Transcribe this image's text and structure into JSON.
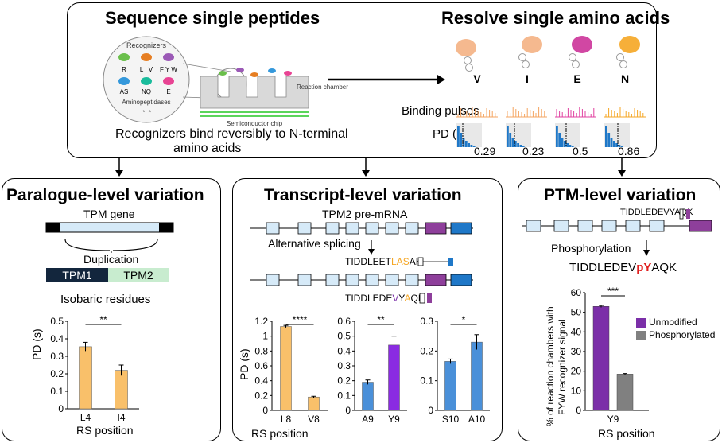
{
  "top": {
    "left_title": "Sequence single peptides",
    "right_title": "Resolve single amino acids",
    "inset": {
      "recognizers_label": "Recognizers",
      "recognizer_groups": [
        "R",
        "L I V",
        "F Y W",
        "AS",
        "NQ",
        "E"
      ],
      "aminopeptidases_label": "Aminopeptidases",
      "reaction_chamber_label": "Reaction chamber",
      "chip_label": "Semiconductor chip"
    },
    "caption_line1": "Recognizers bind reversibly to N-terminal",
    "caption_line2": "amino acids",
    "residues": [
      "V",
      "I",
      "E",
      "N"
    ],
    "residue_colors": [
      "#f4b183",
      "#f4b183",
      "#cc3399",
      "#f5a623"
    ],
    "binding_pulses_label": "Binding pulses",
    "pd_label": "PD (s)",
    "pd_values": [
      "0.29",
      "0.23",
      "0.5",
      "0.86"
    ]
  },
  "paralogue": {
    "title": "Paralogue-level variation",
    "gene_label": "TPM gene",
    "duplication_label": "Duplication",
    "tpm1": "TPM1",
    "tpm2": "TPM2",
    "isobaric_label": "Isobaric residues",
    "ylabel": "PD (s)",
    "xlabel": "RS position",
    "yticks": [
      "0.5",
      "0.4",
      "0.3",
      "0.2",
      "0.1",
      "0"
    ],
    "significance": "**"
  },
  "transcript": {
    "title": "Transcript-level variation",
    "premrna_label": "TPM2 pre-mRNA",
    "splicing_label": "Alternative splicing",
    "peptide1_prefix": "TIDDLEET",
    "peptide1_var": "LAS",
    "peptide1_suffix": "AK",
    "peptide2_prefix": "TIDDLEDE",
    "peptide2_var": "V",
    "peptide2_mid": "Y",
    "peptide2_var2": "A",
    "peptide2_suffix": "QK",
    "ylabel": "PD (s)",
    "xlabel": "RS position",
    "chart1_yticks": [
      "1.2",
      "1",
      "0.8",
      "0.6",
      "0.4",
      "0.2",
      "0"
    ],
    "chart2_yticks": [
      "0.6",
      "0.5",
      "0.4",
      "0.3",
      "0.2",
      "0.1",
      "0"
    ],
    "chart3_yticks": [
      "0.3",
      "0.2",
      "0.1",
      "0"
    ],
    "sig1": "****",
    "sig2": "**",
    "sig3": "*"
  },
  "ptm": {
    "title": "PTM-level variation",
    "peptide_label": "TIDDLEDEVYAQK",
    "phospho_label": "Phosphorylation",
    "pep_prefix": "TIDDLEDEV",
    "pep_p": "p",
    "pep_y": "Y",
    "pep_suffix": "AQK",
    "ylabel1": "% of reaction chambers with",
    "ylabel2": "FYW recognizer signal",
    "xlabel": "RS position",
    "yticks": [
      "60",
      "50",
      "40",
      "30",
      "20",
      "10",
      "0"
    ],
    "legend_unmod": "Unmodified",
    "legend_phos": "Phosphorylated",
    "significance": "***"
  },
  "chart_data": [
    {
      "type": "bar",
      "categories": [
        "L4",
        "I4"
      ],
      "values": [
        0.355,
        0.22
      ],
      "errors": [
        0.025,
        0.03
      ],
      "ylabel": "PD (s)",
      "xlabel": "RS position",
      "ylim": [
        0,
        0.5
      ],
      "colors": [
        "#f9c06a",
        "#f9c06a"
      ]
    },
    {
      "type": "bar",
      "categories": [
        "L8",
        "V8"
      ],
      "values": [
        1.13,
        0.18
      ],
      "errors": [
        0.015,
        0.01
      ],
      "ylabel": "PD (s)",
      "xlabel": "RS position",
      "ylim": [
        0,
        1.2
      ],
      "colors": [
        "#f9c06a",
        "#f9c06a"
      ]
    },
    {
      "type": "bar",
      "categories": [
        "A9",
        "Y9"
      ],
      "values": [
        0.19,
        0.44
      ],
      "errors": [
        0.015,
        0.06
      ],
      "ylim": [
        0,
        0.6
      ],
      "colors": [
        "#4a90d9",
        "#8a2be2"
      ]
    },
    {
      "type": "bar",
      "categories": [
        "S10",
        "A10"
      ],
      "values": [
        0.165,
        0.23
      ],
      "errors": [
        0.008,
        0.025
      ],
      "ylim": [
        0,
        0.3
      ],
      "colors": [
        "#4a90d9",
        "#4a90d9"
      ]
    },
    {
      "type": "bar",
      "categories": [
        "Y9"
      ],
      "series": [
        {
          "name": "Unmodified",
          "values": [
            53
          ],
          "errors": [
            0.5
          ],
          "color": "#7b2fa8"
        },
        {
          "name": "Phosphorylated",
          "values": [
            18.5
          ],
          "errors": [
            0.3
          ],
          "color": "#808080"
        }
      ],
      "ylabel": "% of reaction chambers with FYW recognizer signal",
      "xlabel": "RS position",
      "ylim": [
        0,
        60
      ]
    }
  ]
}
